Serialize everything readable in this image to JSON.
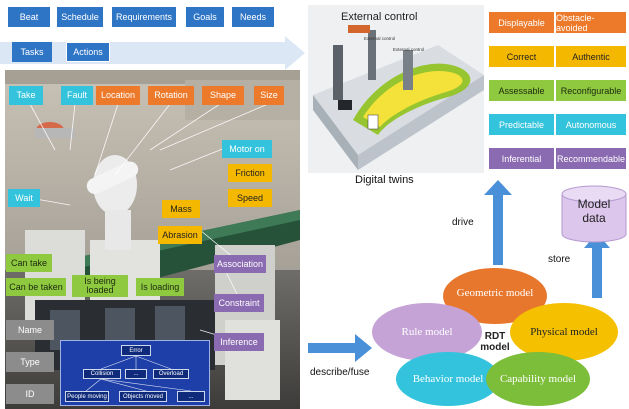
{
  "top_tabs": [
    "Beat",
    "Schedule",
    "Requirements",
    "Goals",
    "Needs",
    "Tasks",
    "Actions"
  ],
  "left_labels": {
    "take": "Take",
    "fault": "Fault",
    "location": "Location",
    "rotation": "Rotation",
    "shape": "Shape",
    "size": "Size",
    "motor_on": "Motor on",
    "friction": "Friction",
    "speed": "Speed",
    "mass": "Mass",
    "abrasion": "Abrasion",
    "wait": "Wait",
    "can_take": "Can take",
    "can_be_taken": "Can be taken",
    "is_being_loaded": "Is being\nloaded",
    "is_loading": "Is loading",
    "association": "Association",
    "constraint": "Constraint",
    "inference": "Inference",
    "name": "Name",
    "type": "Type",
    "id": "ID"
  },
  "error_tree": {
    "root": "Error",
    "level1": [
      "Collision",
      "...",
      "Overload"
    ],
    "level2": [
      "People moving",
      "Objects moved",
      "..."
    ]
  },
  "twin": {
    "external_control_big": "External control",
    "external_control_small_1": "External control",
    "external_control_small_2": "External control",
    "caption": "Digital twins"
  },
  "properties": [
    [
      "Displayable",
      "Obstacle-avoided"
    ],
    [
      "Correct",
      "Authentic"
    ],
    [
      "Assessable",
      "Reconfigurable"
    ],
    [
      "Predictable",
      "Autonomous"
    ],
    [
      "Inferential",
      "Recommendable"
    ]
  ],
  "flow": {
    "drive": "drive",
    "store": "store",
    "describe": "describe/fuse"
  },
  "model_data": "Model\ndata",
  "rdt": {
    "center": "RDT\nmodel",
    "geometric": "Geometric model",
    "rule": "Rule model",
    "physical": "Physical model",
    "behavior": "Behavior model",
    "capability": "Capability model"
  },
  "colors": {
    "blue": "#2e75c6",
    "orange": "#ec7a2a",
    "yellow": "#f5b800",
    "cyan": "#33c3dc",
    "green": "#8fc940",
    "purple": "#8a6ab0",
    "grey": "#8c8c8c"
  }
}
